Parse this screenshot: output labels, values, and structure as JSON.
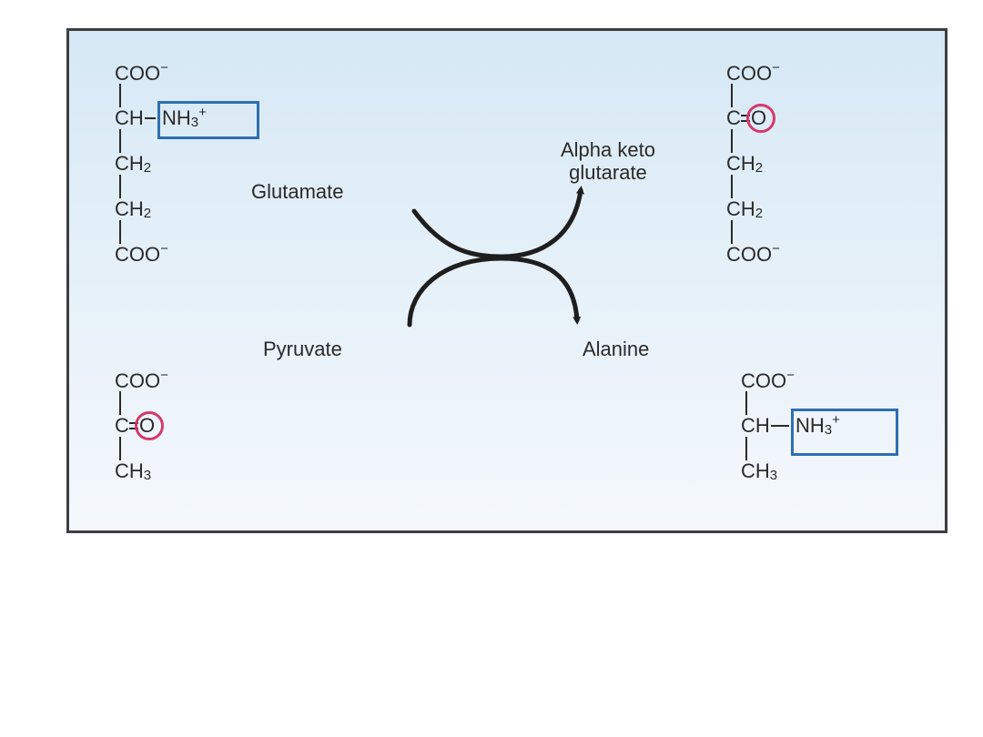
{
  "labels": {
    "glutamate": "Glutamate",
    "pyruvate": "Pyruvate",
    "alpha_keto_line1": "Alpha keto",
    "alpha_keto_line2": "glutarate",
    "alanine": "Alanine"
  },
  "glutamate": {
    "top": "COO",
    "ch": "CH",
    "amine": "NH",
    "ch2a": "CH",
    "ch2b": "CH",
    "bottom": "COO"
  },
  "alpha_kg": {
    "top": "COO",
    "carbonyl_c": "C",
    "carbonyl_o": "O",
    "ch2a": "CH",
    "ch2b": "CH",
    "bottom": "COO"
  },
  "pyruvate": {
    "top": "COO",
    "carbonyl_c": "C",
    "carbonyl_o": "O",
    "ch3": "CH"
  },
  "alanine": {
    "top": "COO",
    "ch": "CH",
    "amine": "NH",
    "ch3": "CH"
  },
  "glyphs": {
    "minus": "−",
    "plus": "+",
    "sub2": "2",
    "sub3": "3"
  },
  "colors": {
    "amine_box": "#2f6fb0",
    "carbonyl_ring": "#d5396a",
    "border": "#3e3e40"
  }
}
